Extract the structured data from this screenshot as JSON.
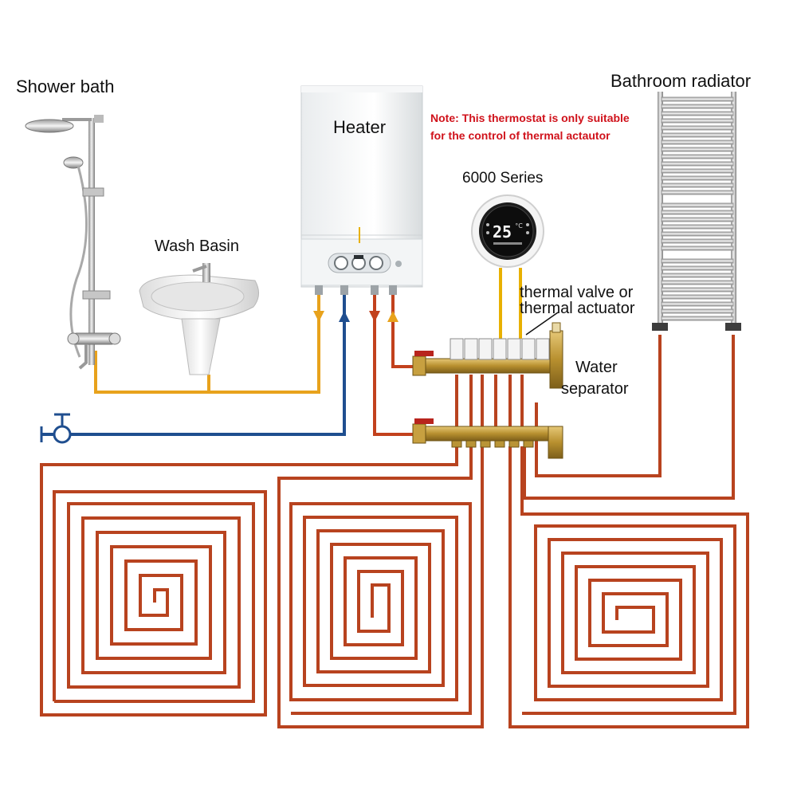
{
  "labels": {
    "shower_bath": "Shower bath",
    "wash_basin": "Wash Basin",
    "heater": "Heater",
    "note_line1": "Note: This thermostat is only suitable",
    "note_line2": "for the control of thermal actautor",
    "series": "6000 Series",
    "thermal_line1": "thermal valve or",
    "thermal_line2": "thermal actuator",
    "bathroom_radiator": "Bathroom radiator",
    "water_line1": "Water",
    "water_line2": "separator"
  },
  "thermostat": {
    "temperature": "25",
    "unit": "°C"
  },
  "colors": {
    "floor_pipe": "#b8431f",
    "hot_pipe": "#e8a21c",
    "cold_pipe": "#1f4e8f",
    "supply_pipe": "#c2411d",
    "note_text": "#d0121b",
    "manifold_brass": "#c9a24a"
  }
}
